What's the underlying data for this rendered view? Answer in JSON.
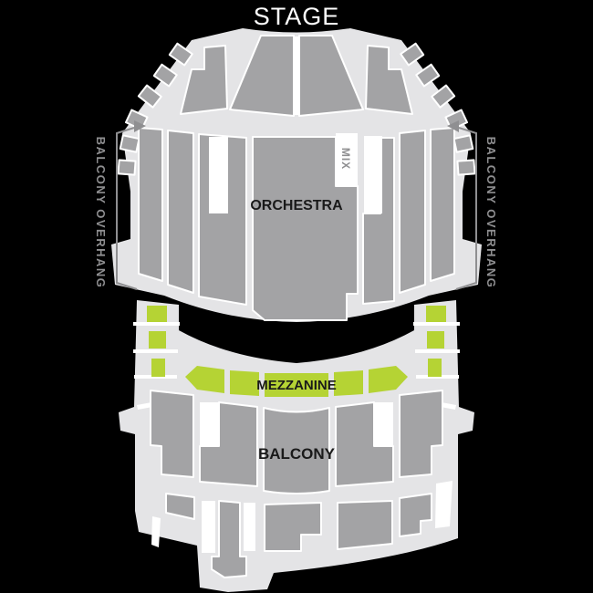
{
  "labels": {
    "stage": "STAGE",
    "orchestra": "ORCHESTRA",
    "mezzanine": "MEZZANINE",
    "balcony": "BALCONY",
    "mix": "MIX",
    "balcony_overhang_left": "BALCONY OVERHANG",
    "balcony_overhang_right": "BALCONY OVERHANG"
  },
  "colors": {
    "background": "#000000",
    "shell": "#e4e4e6",
    "seat": "#a3a3a5",
    "highlight": "#b5d334",
    "aisle": "#ffffff",
    "label": "#1a1a1a",
    "muted": "#8f8f91",
    "stage_text": "#ffffff"
  }
}
